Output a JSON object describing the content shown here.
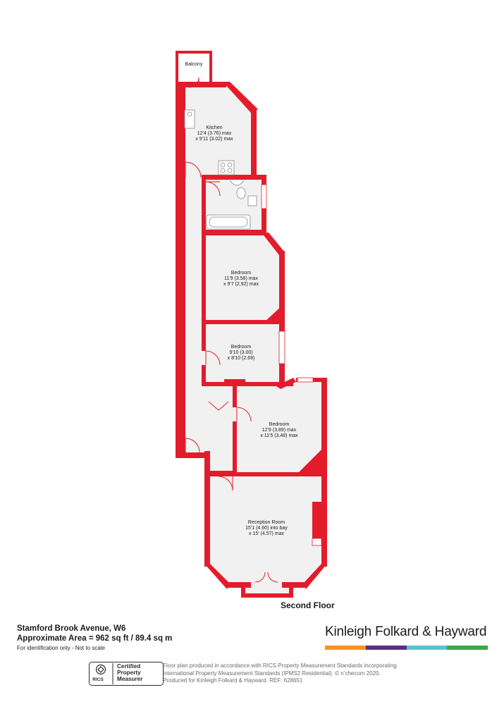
{
  "floor_plan": {
    "rooms": [
      {
        "name": "Balcony",
        "dims": []
      },
      {
        "name": "Kitchen",
        "dims": [
          "12'4 (3.76) max",
          "x 9'11 (3.02) max"
        ]
      },
      {
        "name": "Bedroom",
        "dims": [
          "11'9 (3.58) max",
          "x 9'7 (2.92) max"
        ]
      },
      {
        "name": "Bedroom",
        "dims": [
          "9'10 (3.00)",
          "x 8'10 (2.69)"
        ]
      },
      {
        "name": "Bedroom",
        "dims": [
          "12'9 (3.89) max",
          "x 11'5 (3.48) max"
        ]
      },
      {
        "name": "Reception Room",
        "dims": [
          "15'1 (4.60) into bay",
          "x 15' (4.57) max"
        ]
      }
    ],
    "floor_label": "Second Floor",
    "colors": {
      "wall": "#e31c2c",
      "floor": "#f1f1f1",
      "fixture": "#888888"
    }
  },
  "footer": {
    "address": "Stamford Brook Avenue, W6",
    "area": "Approximate Area = 962 sq ft / 89.4 sq m",
    "disclaimer": "For identification only - Not to scale",
    "brand": "Kinleigh Folkard & Hayward",
    "brand_colors": [
      "#f7941d",
      "#5b2d86",
      "#5bc2d3",
      "#3aa84a"
    ],
    "rics": {
      "acronym": "RICS",
      "certified_lines": [
        "Certified",
        "Property",
        "Measurer"
      ]
    },
    "standards_lines": [
      "Floor plan produced in accordance with RICS Property Measurement Standards incorporating",
      "International Property Measurement Standards (IPMS2 Residential).  © n’checom 2020.",
      "Produced for Kinleigh Folkard & Hayward.   REF: 628651"
    ]
  }
}
